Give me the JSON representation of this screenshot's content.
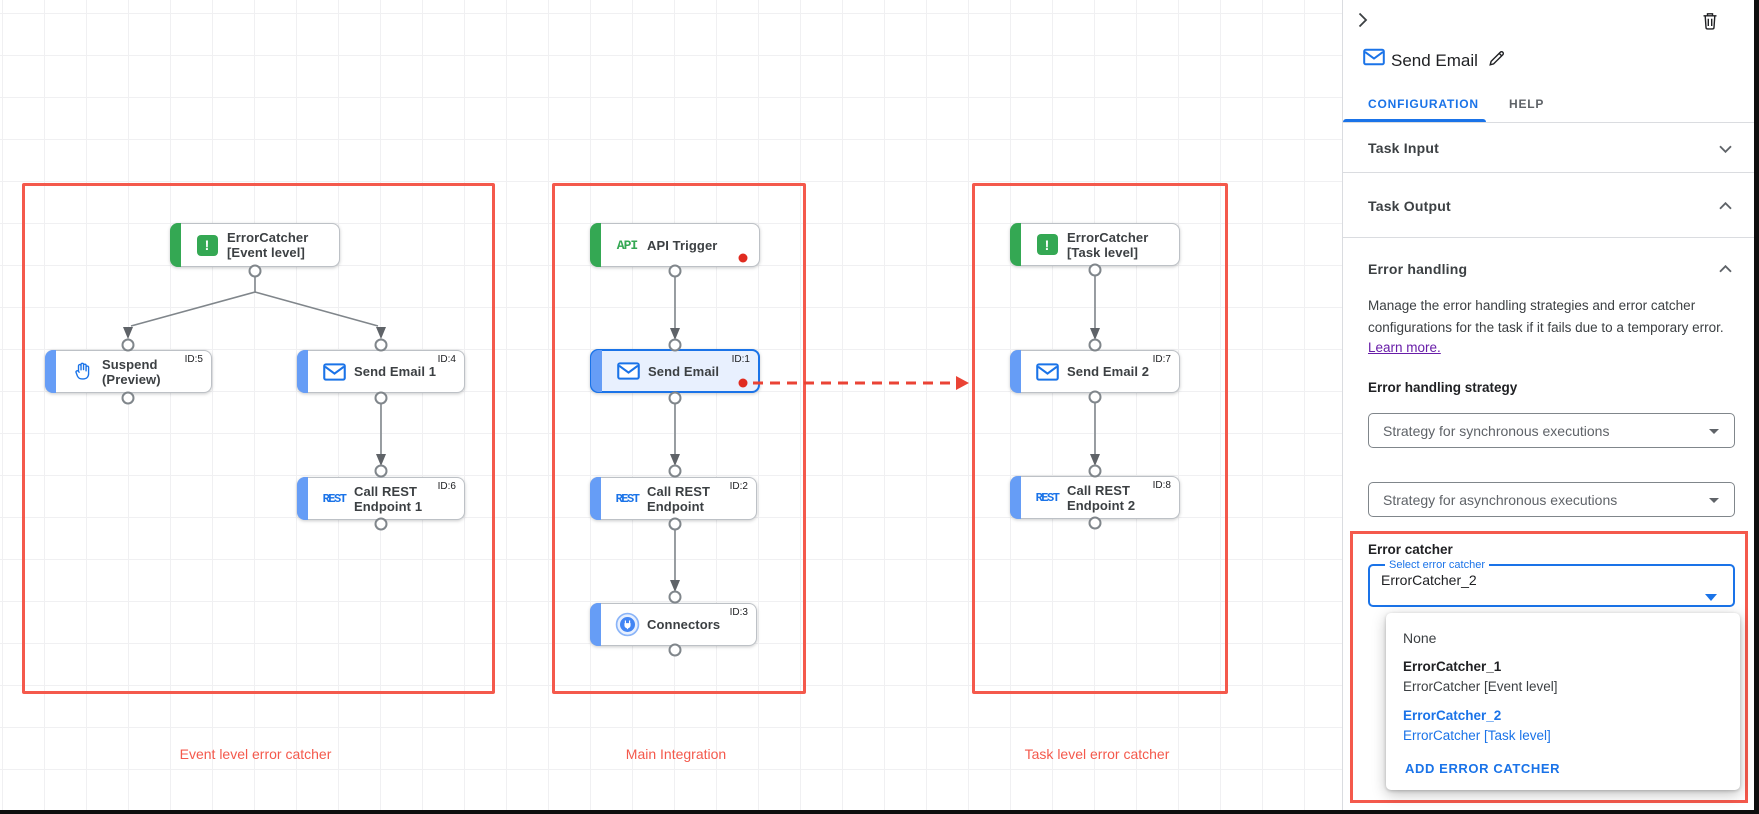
{
  "canvas": {
    "groups": [
      {
        "label": "Event level error catcher"
      },
      {
        "label": "Main Integration"
      },
      {
        "label": "Task level error catcher"
      }
    ],
    "nodes": {
      "ec_event": {
        "label": "ErrorCatcher\n[Event level]"
      },
      "suspend": {
        "label": "Suspend\n(Preview)",
        "id": "ID:5"
      },
      "send_email_1": {
        "label": "Send Email 1",
        "id": "ID:4"
      },
      "call_rest_1": {
        "label": "Call REST\nEndpoint 1",
        "id": "ID:6"
      },
      "api_trigger": {
        "label": "API Trigger"
      },
      "send_email": {
        "label": "Send Email",
        "id": "ID:1"
      },
      "call_rest": {
        "label": "Call REST\nEndpoint",
        "id": "ID:2"
      },
      "connectors": {
        "label": "Connectors",
        "id": "ID:3"
      },
      "ec_task": {
        "label": "ErrorCatcher\n[Task level]"
      },
      "send_email_2": {
        "label": "Send Email 2",
        "id": "ID:7"
      },
      "call_rest_2": {
        "label": "Call REST\nEndpoint 2",
        "id": "ID:8"
      }
    },
    "icon_text": {
      "api": "API",
      "rest": "REST",
      "error": "!"
    }
  },
  "panel": {
    "title": "Send Email",
    "tabs": [
      {
        "label": "CONFIGURATION"
      },
      {
        "label": "HELP"
      }
    ],
    "sections": {
      "task_input": "Task Input",
      "task_output": "Task Output",
      "error_handling": "Error handling"
    },
    "error_handling": {
      "description": "Manage the error handling strategies and error catcher configurations for the task if it fails due to a temporary error.",
      "learn_more": "Learn more.",
      "strategy_label": "Error handling strategy",
      "sync_placeholder": "Strategy for synchronous executions",
      "async_placeholder": "Strategy for asynchronous executions",
      "error_catcher_label": "Error catcher",
      "select_label": "Select error catcher",
      "select_value": "ErrorCatcher_2",
      "menu": {
        "none": "None",
        "opt1_title": "ErrorCatcher_1",
        "opt1_sub": "ErrorCatcher [Event level]",
        "opt2_title": "ErrorCatcher_2",
        "opt2_sub": "ErrorCatcher [Task level]",
        "add_label": "ADD ERROR CATCHER"
      }
    }
  },
  "colors": {
    "accent_blue": "#1a73e8",
    "group_red": "#f4594c",
    "dashed_arrow_red": "#ea4335",
    "breakpoint_dot_red": "#e02b20",
    "node_bar_green": "#34a853",
    "node_bar_blue": "#669df6"
  }
}
